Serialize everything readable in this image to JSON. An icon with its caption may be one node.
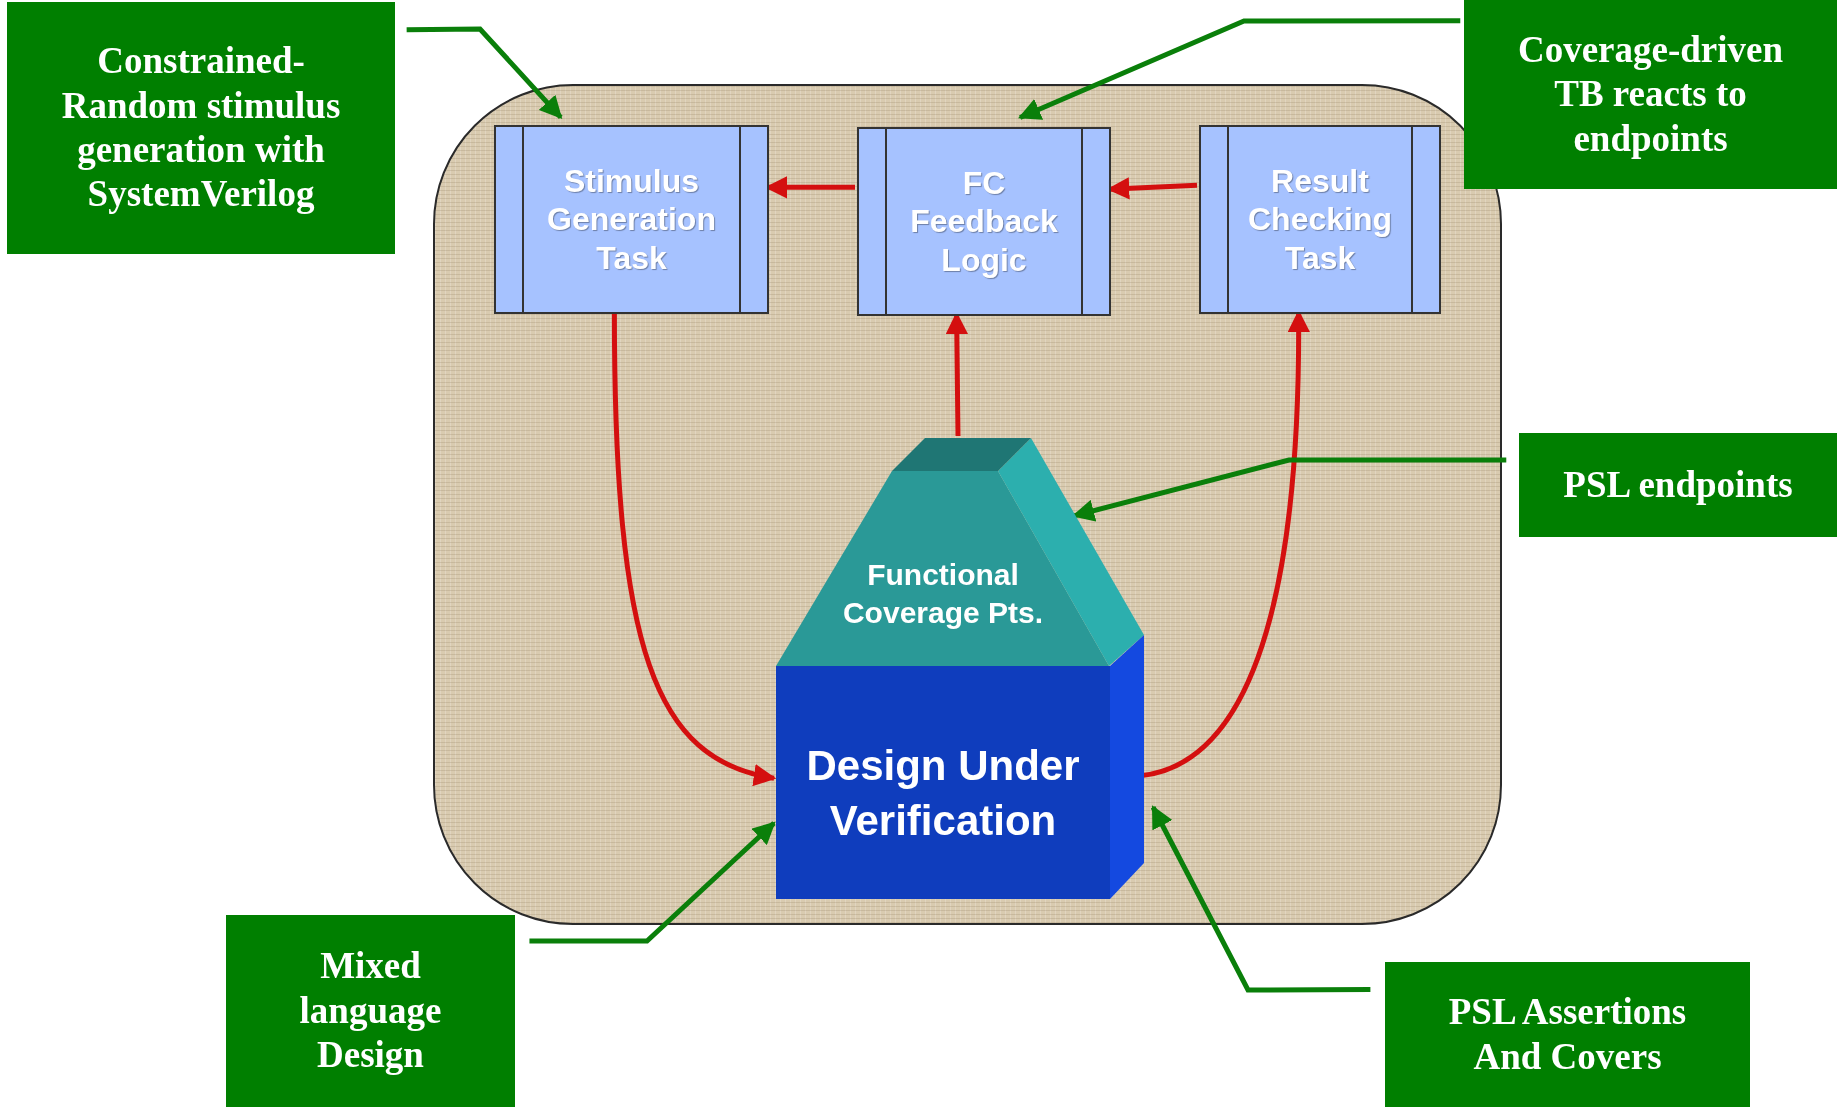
{
  "diagram": {
    "nodes": [
      {
        "text": [],
        "shape": "box"
      },
      {
        "text": [
          "Stimulus Generation Task"
        ],
        "in": 0
      },
      {
        "text": [
          "FC Feedback Logic"
        ],
        "in": 0
      },
      {
        "text": [
          "Result Checking Task"
        ],
        "in": 0
      },
      {
        "text": [
          "Functional Coverage Pts."
        ],
        "in": 0
      },
      {
        "text": [
          "Design Under Verification"
        ],
        "in": 0
      },
      {
        "text": [
          "Constrained-Random stimulus generation with SystemVerilog"
        ]
      },
      {
        "text": [
          "Coverage-driven TB reacts to endpoints"
        ]
      },
      {
        "text": [
          "PSL endpoints"
        ]
      },
      {
        "text": [
          "Mixed language Design"
        ]
      },
      {
        "text": [
          "PSL Assertions And Covers"
        ]
      }
    ],
    "edges": [
      {
        "from": 2,
        "to": 1,
        "arrow": "to"
      },
      {
        "from": 3,
        "to": 2,
        "arrow": "to"
      },
      {
        "from": 4,
        "to": 2,
        "arrow": "to"
      },
      {
        "from": 1,
        "to": 5,
        "arrow": "to"
      },
      {
        "from": 5,
        "to": 3,
        "arrow": "to"
      },
      {
        "from": 6,
        "to": 1,
        "arrow": "to",
        "color": "#0a7f0a"
      },
      {
        "from": 7,
        "to": 2,
        "arrow": "to",
        "color": "#0a7f0a"
      },
      {
        "from": 8,
        "to": 4,
        "arrow": "to",
        "color": "#0a7f0a"
      },
      {
        "from": 9,
        "to": 5,
        "arrow": "to",
        "color": "#0a7f0a"
      },
      {
        "from": 10,
        "to": 5,
        "arrow": "to",
        "color": "#0a7f0a"
      }
    ]
  }
}
